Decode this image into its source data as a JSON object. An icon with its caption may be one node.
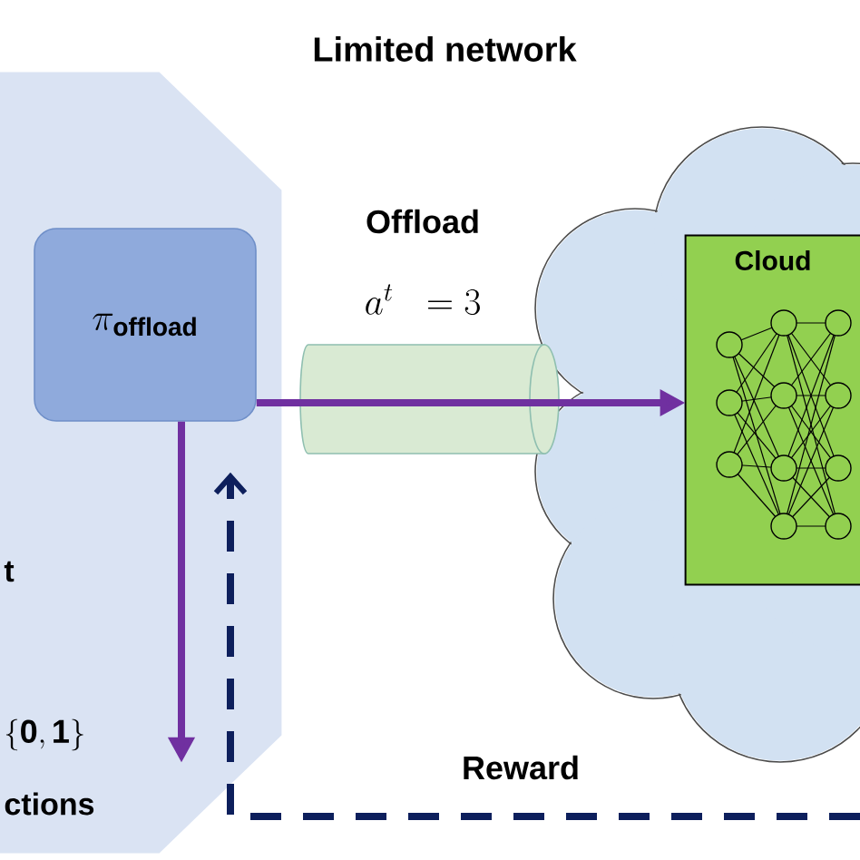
{
  "diagram": {
    "title": "Limited network",
    "nodes": [
      {
        "text": [
          "t",
          "\\mathbf{\\{0, 1\\}}",
          "ctions"
        ]
      },
      {
        "text": [
          "\\pi_{\\mathbf{offload}}"
        ],
        "in": 0
      },
      {
        "text": [],
        "shape": "cloud"
      },
      {
        "text": [
          "Cloud"
        ],
        "in": 2
      }
    ],
    "edges": [
      {
        "from": 1,
        "to": 3,
        "arrow": "to",
        "color": "#7030a0"
      },
      {
        "from": 1,
        "to": null,
        "arrow": "to",
        "color": "#7030a0"
      },
      {
        "from": null,
        "to": 1,
        "arrow": "to",
        "style": "dashed",
        "color": "#0d1f5c",
        "label": "Reward"
      }
    ],
    "labels": [
      "Offload",
      "a^{t}\\ \\ = 3"
    ]
  }
}
